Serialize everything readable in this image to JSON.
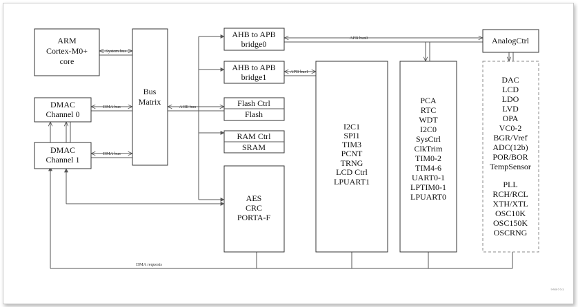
{
  "blocks": {
    "arm": [
      "ARM",
      "Cortex-M0+",
      "core"
    ],
    "dmac0": [
      "DMAC",
      "Channel 0"
    ],
    "dmac1": [
      "DMAC",
      "Channel 1"
    ],
    "bus_matrix": [
      "Bus",
      "Matrix"
    ],
    "ahb_apb0": [
      "AHB to APB",
      "bridge0"
    ],
    "ahb_apb1": [
      "AHB to APB",
      "bridge1"
    ],
    "flash_ctrl": "Flash Ctrl",
    "flash": "Flash",
    "ram_ctrl": "RAM Ctrl",
    "sram": "SRAM",
    "aes_group": [
      "AES",
      "CRC",
      "PORTA-F"
    ],
    "apb1_group": [
      "I2C1",
      "SPI1",
      "TIM3",
      "PCNT",
      "TRNG",
      "LCD Ctrl",
      "LPUART1"
    ],
    "apb0_group": [
      "PCA",
      "RTC",
      "WDT",
      "I2C0",
      "SysCtrl",
      "ClkTrim",
      "TIM0-2",
      "TIM4-6",
      "UART0-1",
      "LPTIM0-1",
      "LPUART0"
    ],
    "analog_ctrl": "AnalogCtrl",
    "analog_group": [
      "DAC",
      "LCD",
      "LDO",
      "LVD",
      "OPA",
      "VC0-2",
      "BGR/Vref",
      "ADC(12b)",
      "POR/BOR",
      "TempSensor",
      "",
      "PLL",
      "RCH/RCL",
      "XTH/XTL",
      "OSC10K",
      "OSC150K",
      "OSCRNG"
    ]
  },
  "bus_labels": {
    "system_bus": "System bus",
    "dma_bus_0": "DMA bus",
    "dma_bus_1": "DMA bus",
    "ahb_bus": "AHB bus",
    "apb_bus0": "APB bus0",
    "apb_bus1": "APB bus1",
    "dma_requests": "DMA requests"
  },
  "watermark": "9-9-8-7-5-3"
}
